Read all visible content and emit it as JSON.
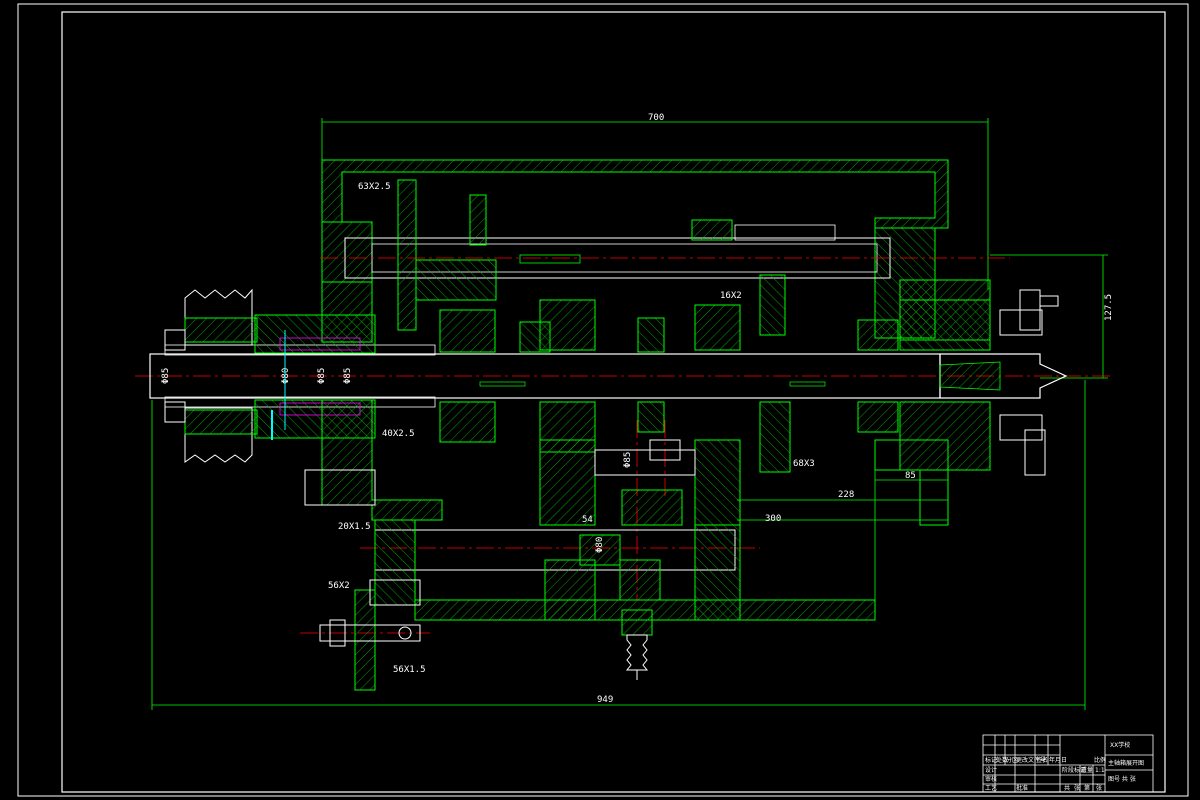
{
  "dimensions": {
    "overall_top": "700",
    "overall_bottom": "949",
    "right_vertical": "127.5",
    "left_diam": "Φ85",
    "d_80": "Φ80",
    "d_a": "Φ85",
    "d_b": "Φ85",
    "gear_63x2_5": "63X2.5",
    "gear_16x2": "16X2",
    "gear_40x2_5": "40X2.5",
    "gear_68x3": "68X3",
    "gear_20x1_5": "20X1.5",
    "gear_56x2": "56X2",
    "gear_56x1_5": "56X1.5",
    "len_228": "228",
    "len_300": "300",
    "len_54": "54",
    "len_85": "85",
    "mid_vert": "Φ85",
    "lower_vert": "Φ80"
  },
  "title_block": {
    "company": "XX学校",
    "drawing_title": "主轴箱展开图",
    "drawing_no": "图号 共 张",
    "scale": "1:1",
    "labels": [
      "标记",
      "处数",
      "分区",
      "更改文件号",
      "签名",
      "年月日",
      "设计",
      "审核",
      "工艺",
      "批准"
    ],
    "mid_labels": [
      "阶段标记",
      "重量",
      "比例"
    ],
    "bottom_labels": [
      "共",
      "张",
      "第",
      "张"
    ]
  },
  "colors": {
    "background": "#000000",
    "outline": "#ffffff",
    "part_lines": "#00ff00",
    "centerline": "#ff0000",
    "hatch": "#00ff00",
    "accent_magenta": "#ff00ff",
    "accent_cyan": "#00ffff"
  }
}
